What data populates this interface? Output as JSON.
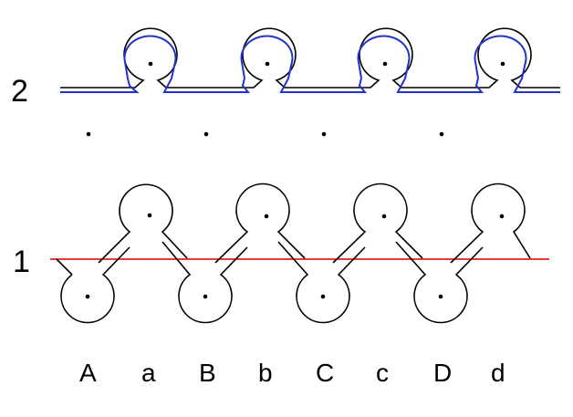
{
  "row_labels": [
    "2",
    "1"
  ],
  "column_labels": [
    "A",
    "a",
    "B",
    "b",
    "C",
    "c",
    "D",
    "d"
  ],
  "colors": {
    "outline": "#000000",
    "row2_overlay": "#2233cc",
    "row1_baseline": "#e02020"
  },
  "row2_loop_count": 4,
  "row1_lower_loop_count": 4,
  "row1_upper_loop_count": 4,
  "middle_dot_count": 4
}
